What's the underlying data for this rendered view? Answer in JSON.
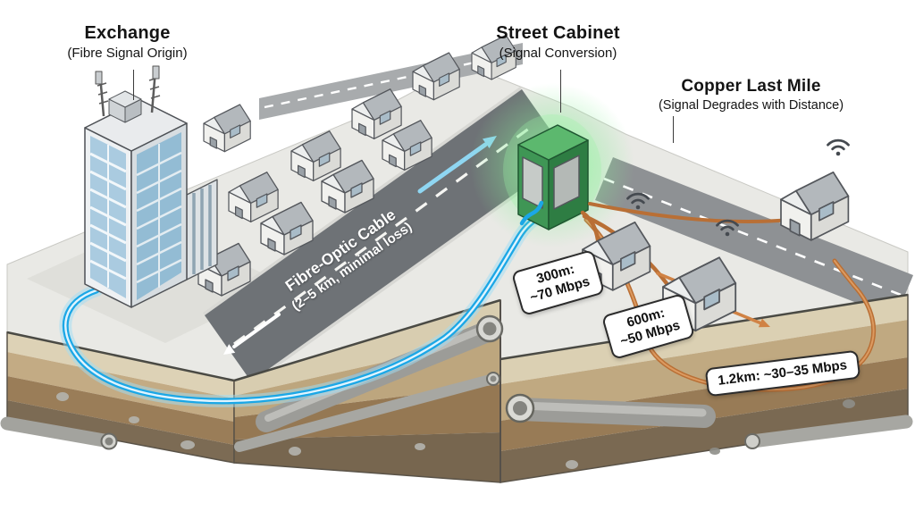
{
  "diagram": {
    "labels": {
      "exchange": {
        "title": "Exchange",
        "subtitle": "(Fibre Signal Origin)"
      },
      "street_cabinet": {
        "title": "Street Cabinet",
        "subtitle": "(Signal Conversion)"
      },
      "copper_last_mile": {
        "title": "Copper Last Mile",
        "subtitle": "(Signal Degrades with Distance)"
      },
      "fibre_cable": {
        "line1": "Fibre-Optic Cable",
        "line2": "(2–5 km, minimal loss)"
      }
    },
    "callouts": [
      {
        "distance": "300m:",
        "speed": "~70 Mbps"
      },
      {
        "distance": "600m:",
        "speed": "~50 Mbps"
      },
      {
        "distance": "1.2km:",
        "speed": "~30–35 Mbps"
      }
    ],
    "colors": {
      "fibre_blue": "#1ba7e6",
      "fibre_glow": "#9fdef5",
      "copper_orange": "#b96f35",
      "cabinet_green": "#3f9655",
      "cabinet_glow": "#86ef96",
      "road_grey": "#6e7276",
      "soil_tan": "#c3ab84",
      "surface_grey": "#e9e9e5"
    },
    "icons": {
      "wifi": "wifi-arcs-above-customer-houses"
    }
  }
}
